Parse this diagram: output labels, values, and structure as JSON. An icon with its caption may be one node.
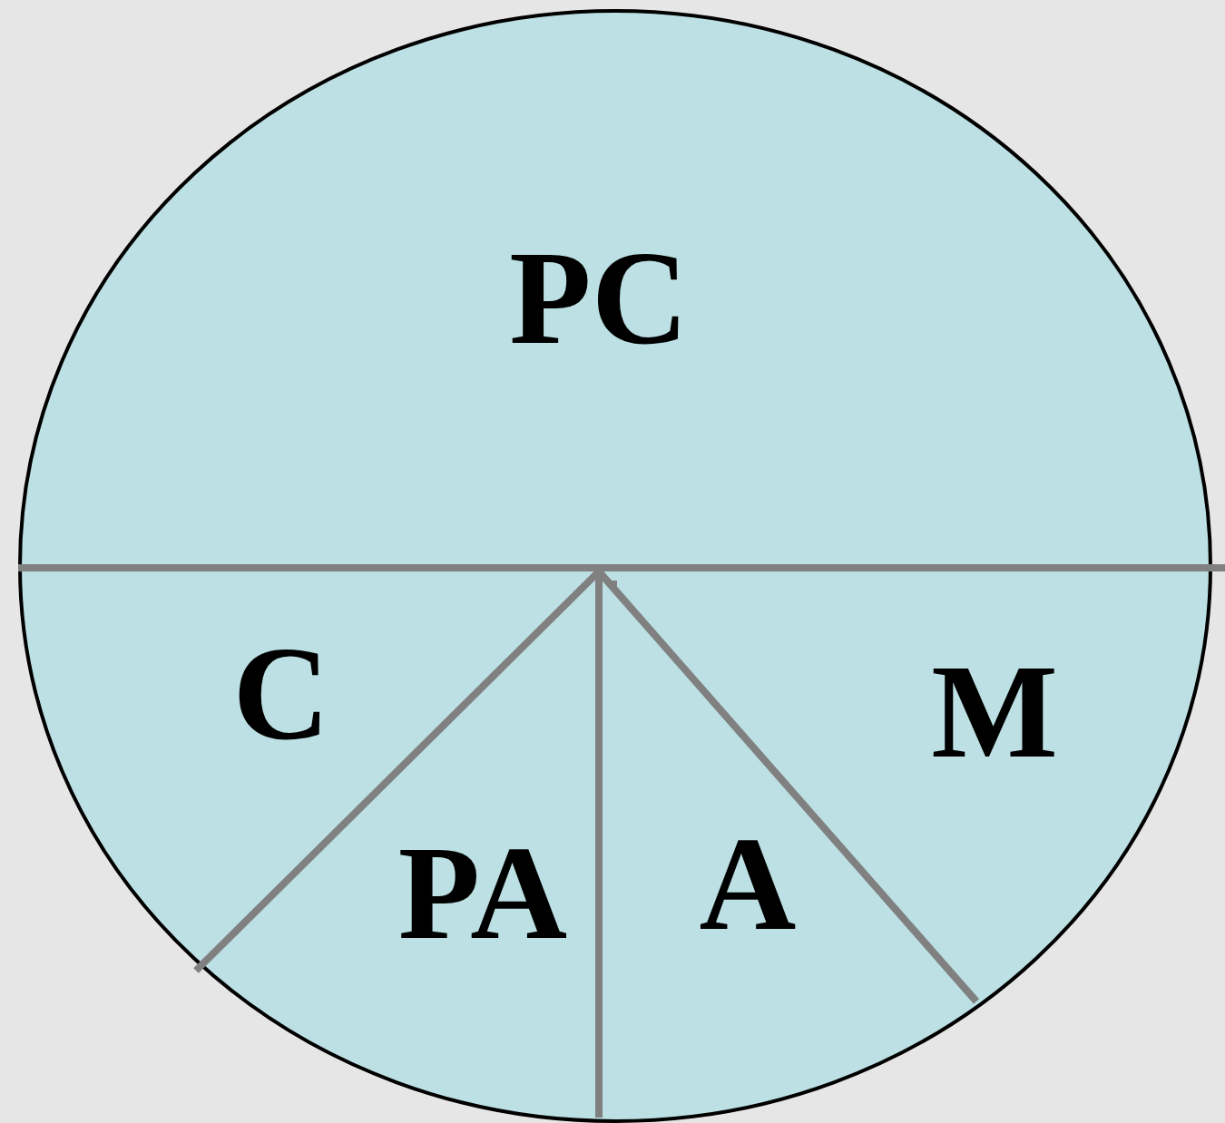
{
  "diagram": {
    "labels": [
      "PC",
      "C",
      "PA",
      "A",
      "M"
    ]
  }
}
